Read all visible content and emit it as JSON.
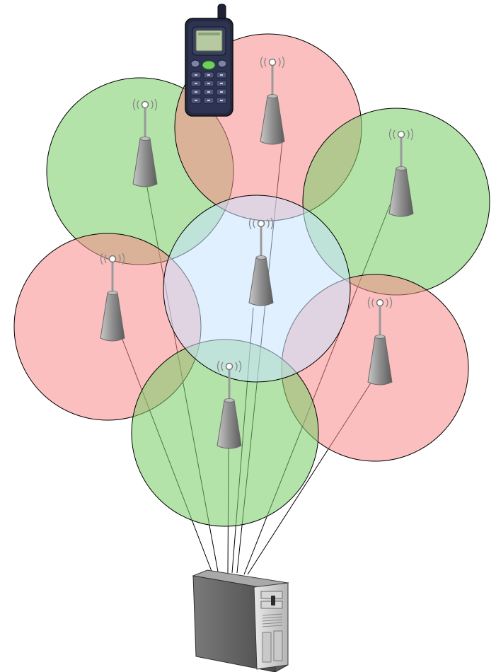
{
  "colors": {
    "cell_green": "#7ccf6b",
    "cell_red": "#f98b8b",
    "cell_blue": "#c9e4ff",
    "tower_gray": "#9a9a9a",
    "line": "#000000",
    "background": "#ffffff"
  },
  "cells": [
    {
      "id": "green-left",
      "color": "cell_green"
    },
    {
      "id": "red-top",
      "color": "cell_red"
    },
    {
      "id": "green-right",
      "color": "cell_green"
    },
    {
      "id": "red-left",
      "color": "cell_red"
    },
    {
      "id": "red-right",
      "color": "cell_red"
    },
    {
      "id": "green-bottom",
      "color": "cell_green"
    },
    {
      "id": "blue-center",
      "color": "cell_blue"
    }
  ],
  "icons": {
    "tower": "cell-tower-icon",
    "phone": "mobile-phone-icon",
    "server": "server-icon"
  }
}
